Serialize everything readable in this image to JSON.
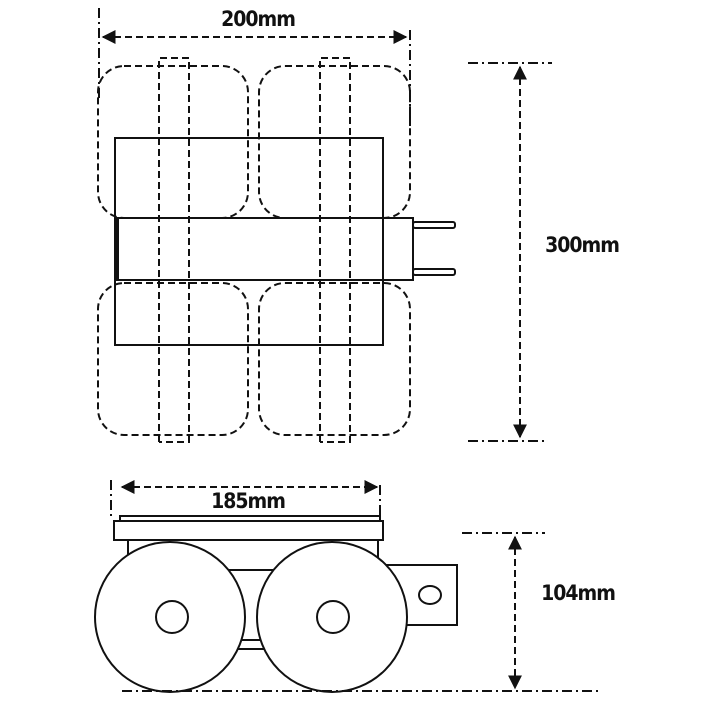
{
  "dimensions": {
    "top_width": "200mm",
    "top_length": "300mm",
    "side_width": "185mm",
    "side_height": "104mm"
  },
  "colors": {
    "line": "#111111",
    "background": "#ffffff"
  }
}
